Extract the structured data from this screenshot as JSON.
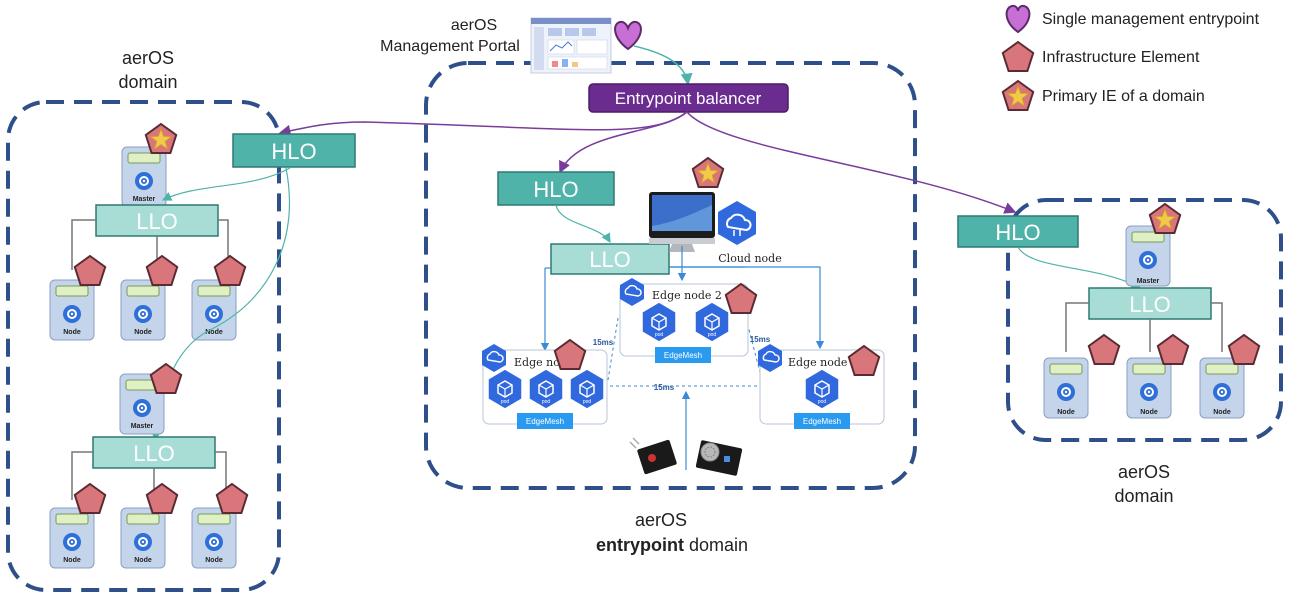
{
  "legend": {
    "single_management": "Single management entrypoint",
    "infrastructure_element": "Infrastructure Element",
    "primary_ie": "Primary IE of a domain"
  },
  "portal": {
    "title": "aerOS\nManagement Portal",
    "line1": "aerOS",
    "line2": "Management Portal"
  },
  "entrypoint_balancer": "Entrypoint balancer",
  "domains": {
    "left": {
      "line1": "aerOS",
      "line2": "domain"
    },
    "center": {
      "line1": "aerOS",
      "line2_bold": "entrypoint",
      "line2_rest": " domain"
    },
    "right": {
      "line1": "aerOS",
      "line2": "domain"
    }
  },
  "orchestrators": {
    "hlo": "HLO",
    "llo": "LLO"
  },
  "nodes": {
    "master": "Master",
    "node": "Node"
  },
  "center_cluster": {
    "cloud_node": "Cloud node",
    "edge_node_2": "Edge node 2",
    "edge_node_left": "Edge no",
    "edge_node_right": "Edge node",
    "pod": "pod",
    "edgemesh": "EdgeMesh",
    "latency": "15ms"
  },
  "colors": {
    "domain_border": "#2f4f8a",
    "hlo": "#4fb3a9",
    "llo": "#a8ddd6",
    "balancer": "#6b2c8f",
    "pentagon": "#d9767c",
    "star": "#f3c94a",
    "heart": "#c86fd6",
    "k8s_blue": "#3069de",
    "edgemesh": "#2a9af0"
  }
}
